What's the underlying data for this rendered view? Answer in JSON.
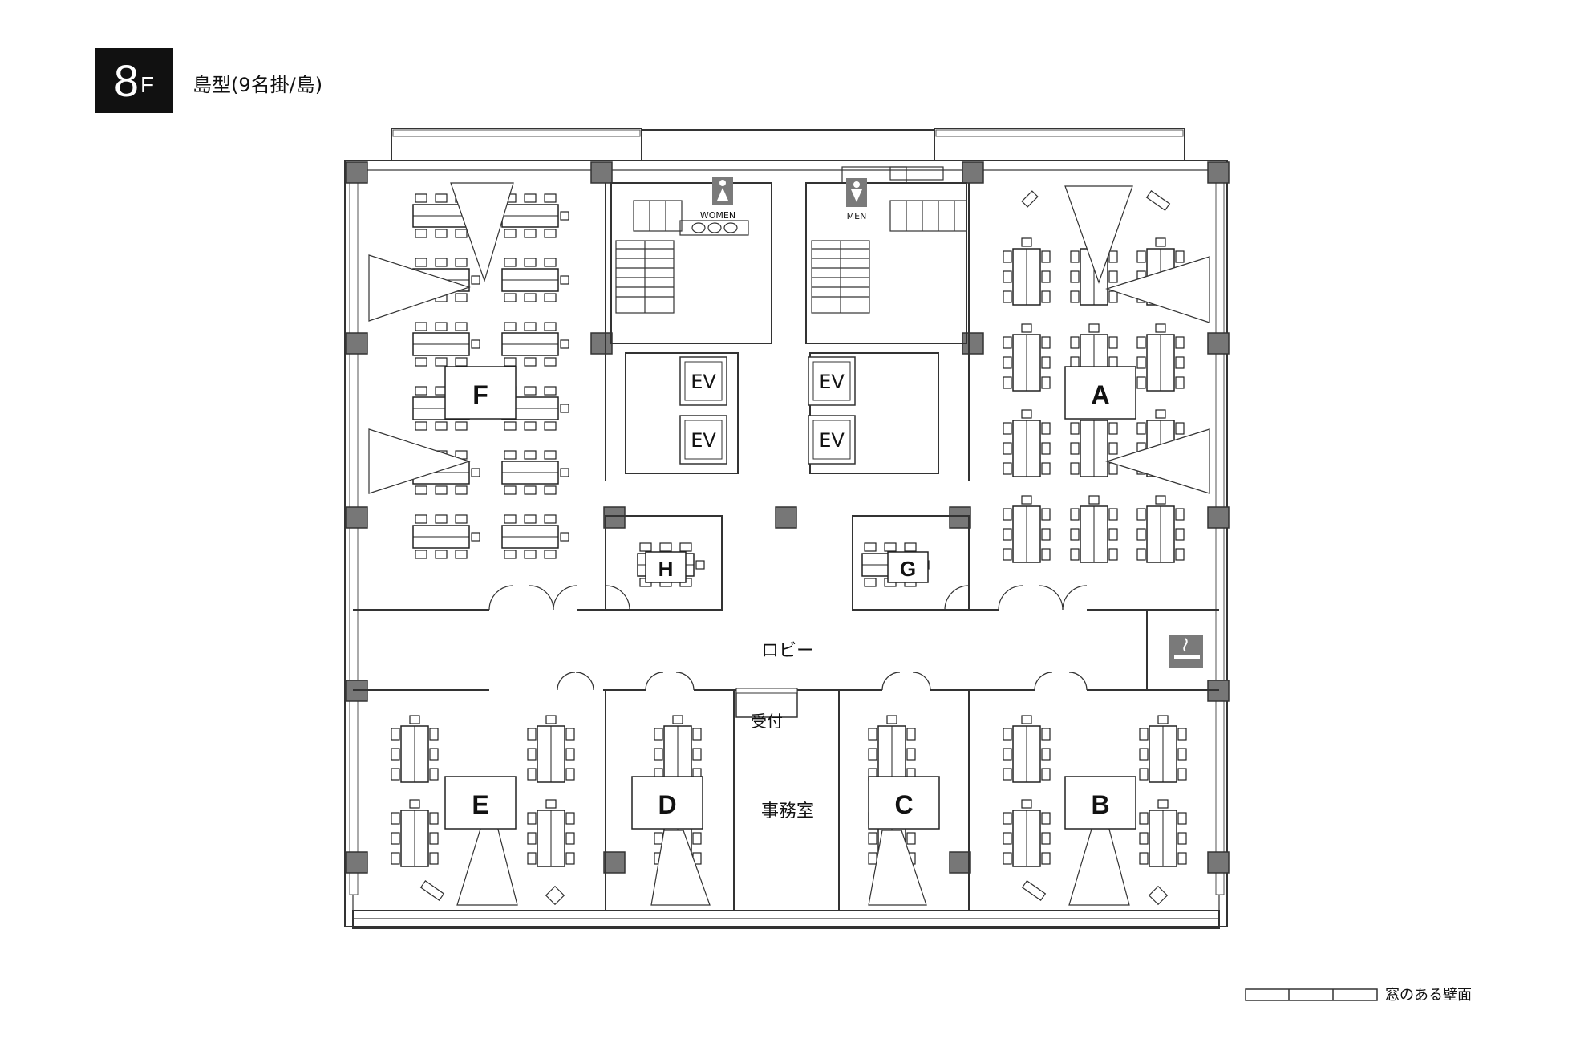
{
  "header": {
    "floor_number": "8",
    "floor_unit": "F",
    "layout_title": "島型(9名掛/島)"
  },
  "rooms": [
    {
      "id": "A",
      "label": "A"
    },
    {
      "id": "B",
      "label": "B"
    },
    {
      "id": "C",
      "label": "C"
    },
    {
      "id": "D",
      "label": "D"
    },
    {
      "id": "E",
      "label": "E"
    },
    {
      "id": "F",
      "label": "F"
    },
    {
      "id": "G",
      "label": "G"
    },
    {
      "id": "H",
      "label": "H"
    }
  ],
  "facilities": {
    "elevator": "EV",
    "women_restroom": "WOMEN",
    "men_restroom": "MEN",
    "lobby": "ロビー",
    "reception": "受付",
    "office": "事務室"
  },
  "legend": {
    "window_wall": "窓のある壁面"
  },
  "icons": [
    "women-restroom-icon",
    "men-restroom-icon",
    "smoking-area-icon",
    "projector-icon",
    "screen-icon"
  ],
  "colors": {
    "ink": "#111111",
    "wall": "#333333",
    "pillar": "#777777",
    "icon_fill": "#7a7a7a"
  }
}
